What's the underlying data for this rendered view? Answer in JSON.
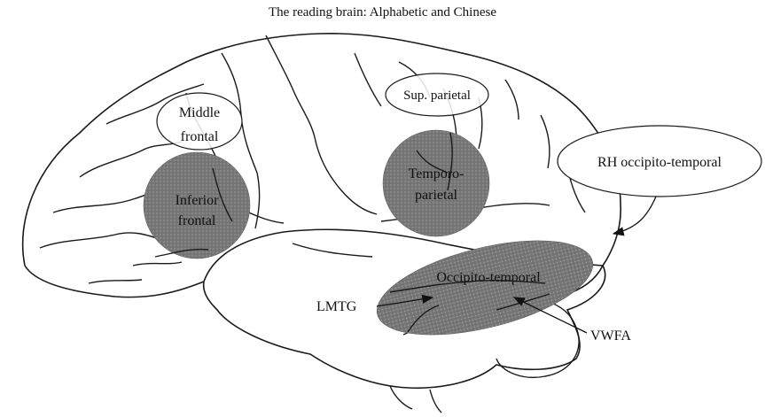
{
  "title": "The reading brain: Alphabetic and Chinese",
  "labels": {
    "middle_frontal_line1": "Middle",
    "middle_frontal_line2": "frontal",
    "sup_parietal": "Sup. parietal",
    "rh_occipito_temporal": "RH occipito-temporal",
    "inferior_frontal_line1": "Inferior",
    "inferior_frontal_line2": "frontal",
    "temporo_parietal_line1": "Temporo-",
    "temporo_parietal_line2": "parietal",
    "occipito_temporal": "Occipito-temporal",
    "lmtg": "LMTG",
    "vwfa": "VWFA"
  },
  "colors": {
    "region_fill": "#7a7a7a",
    "outline": "#1a1a1a"
  }
}
